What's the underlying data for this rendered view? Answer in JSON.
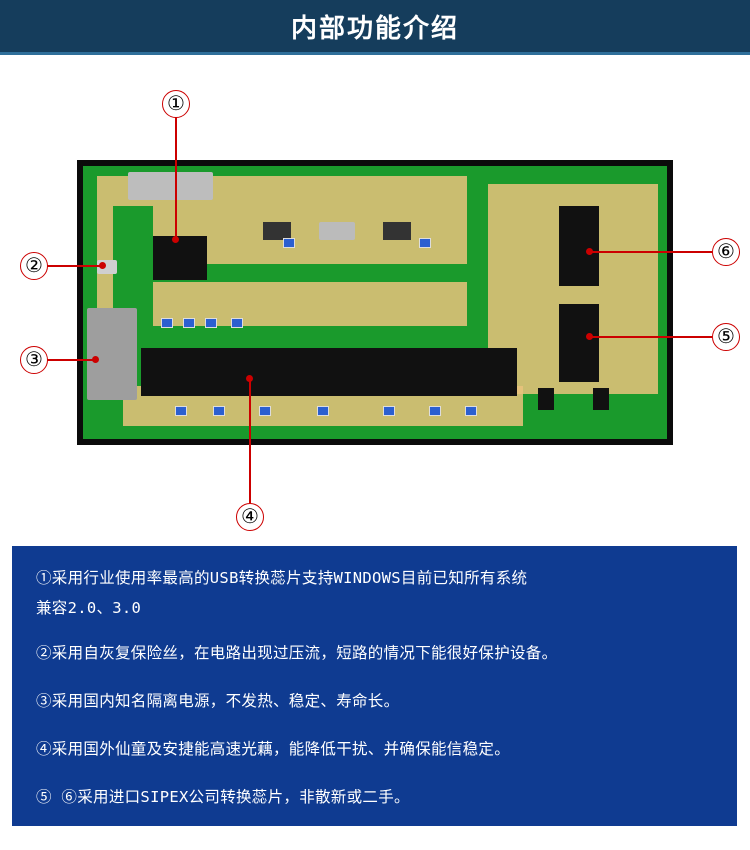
{
  "header": {
    "title": "内部功能介绍"
  },
  "callouts": [
    "①",
    "②",
    "③",
    "④",
    "⑤",
    "⑥"
  ],
  "features": [
    {
      "line1": "①采用行业使用率最高的USB转换蕊片支持WINDOWS目前已知所有系统",
      "line2": "兼容2.0、3.0"
    },
    {
      "line1": "②采用自灰复保险丝，在电路出现过压流，短路的情况下能很好保护设备。"
    },
    {
      "line1": "③采用国内知名隔离电源，不发热、稳定、寿命长。"
    },
    {
      "line1": "④采用国外仙童及安捷能高速光藕，能降低干扰、并确保能信稳定。"
    },
    {
      "line1": "⑤ ⑥采用进口SIPEX公司转换蕊片，非散新或二手。"
    }
  ],
  "colors": {
    "header": "#153d5c",
    "panel": "#0f3b91",
    "pcb": "#1a9a2c",
    "callout_line": "#cc0000"
  }
}
